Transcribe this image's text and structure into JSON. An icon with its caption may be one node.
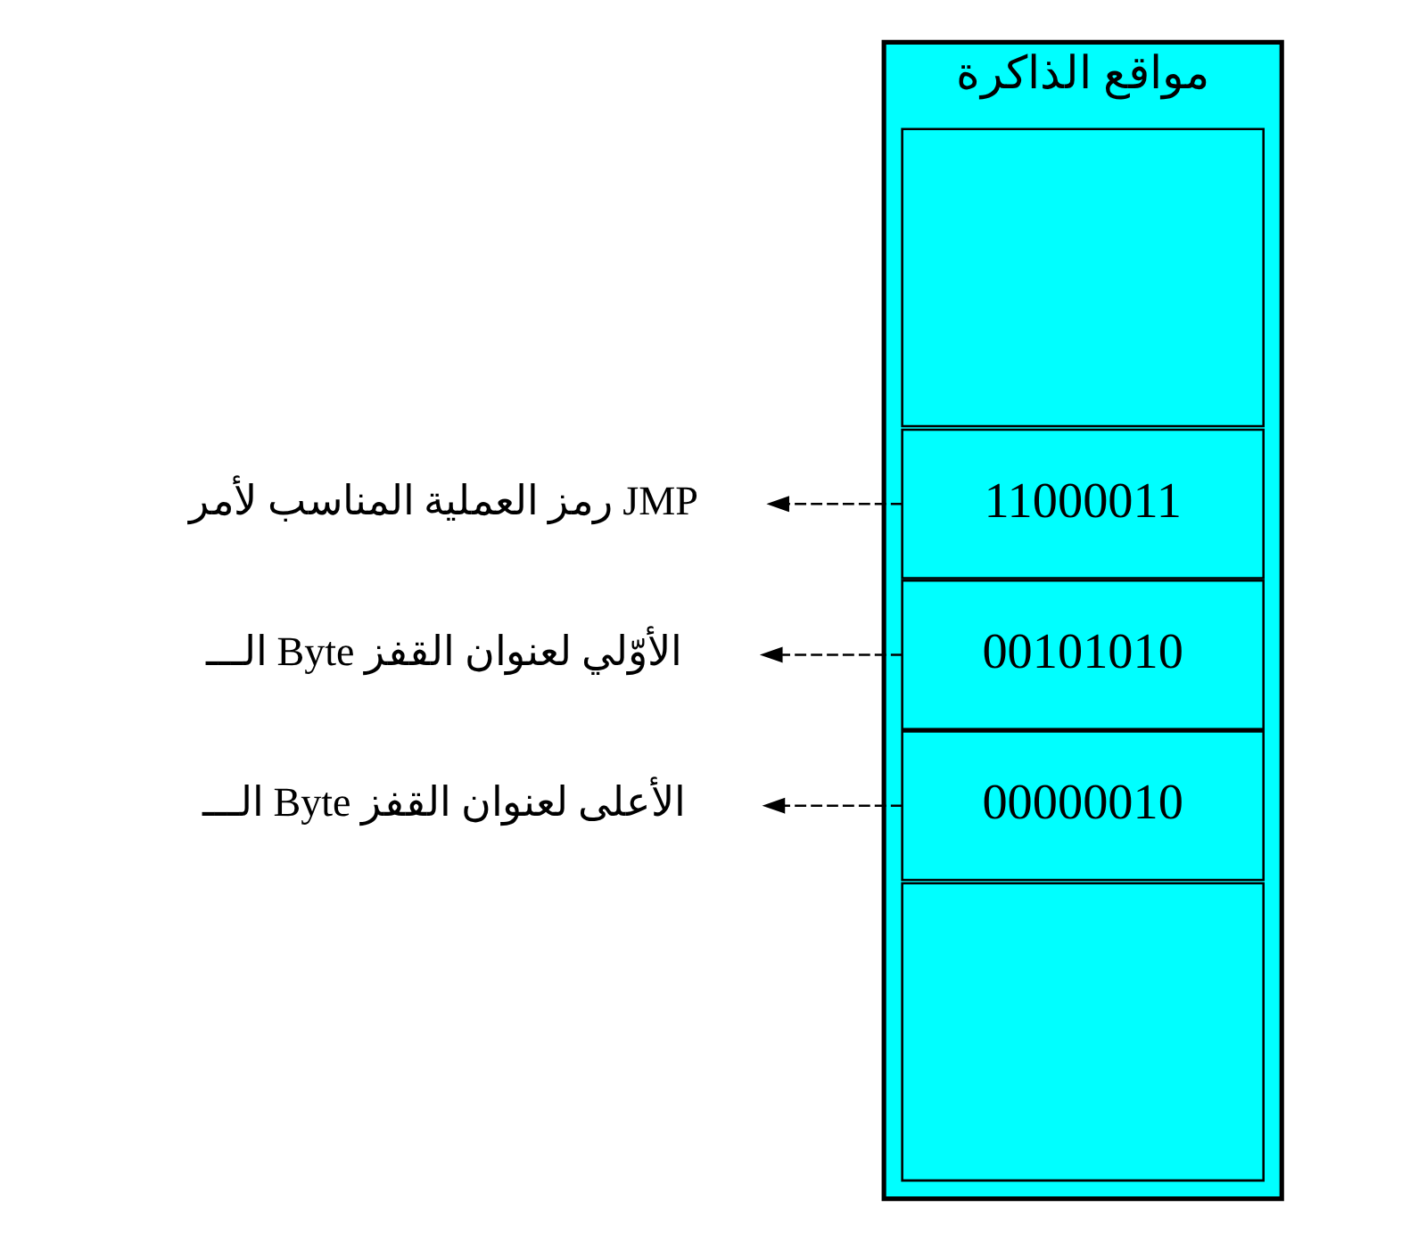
{
  "diagram": {
    "nodes": [
      {
        "text": [
          "مواقع الذاكرة"
        ]
      },
      {
        "text": [],
        "shape": "box",
        "in": 0
      },
      {
        "text": [
          "11000011"
        ],
        "in": 0
      },
      {
        "text": [
          "00101010"
        ],
        "in": 0
      },
      {
        "text": [
          "00000010"
        ],
        "in": 0
      },
      {
        "text": [],
        "shape": "box",
        "in": 0
      },
      {
        "text": [
          "رمز العملية المناسب لأمر JMP"
        ]
      },
      {
        "text": [
          "الـــ Byte الأوّلي لعنوان القفز"
        ]
      },
      {
        "text": [
          "الـــ Byte الأعلى لعنوان القفز"
        ]
      }
    ],
    "edges": [
      {
        "from": 2,
        "to": 6,
        "arrow": "to",
        "style": "dashed"
      },
      {
        "from": 3,
        "to": 7,
        "arrow": "to",
        "style": "dashed"
      },
      {
        "from": 4,
        "to": 8,
        "arrow": "to",
        "style": "dashed"
      }
    ]
  }
}
